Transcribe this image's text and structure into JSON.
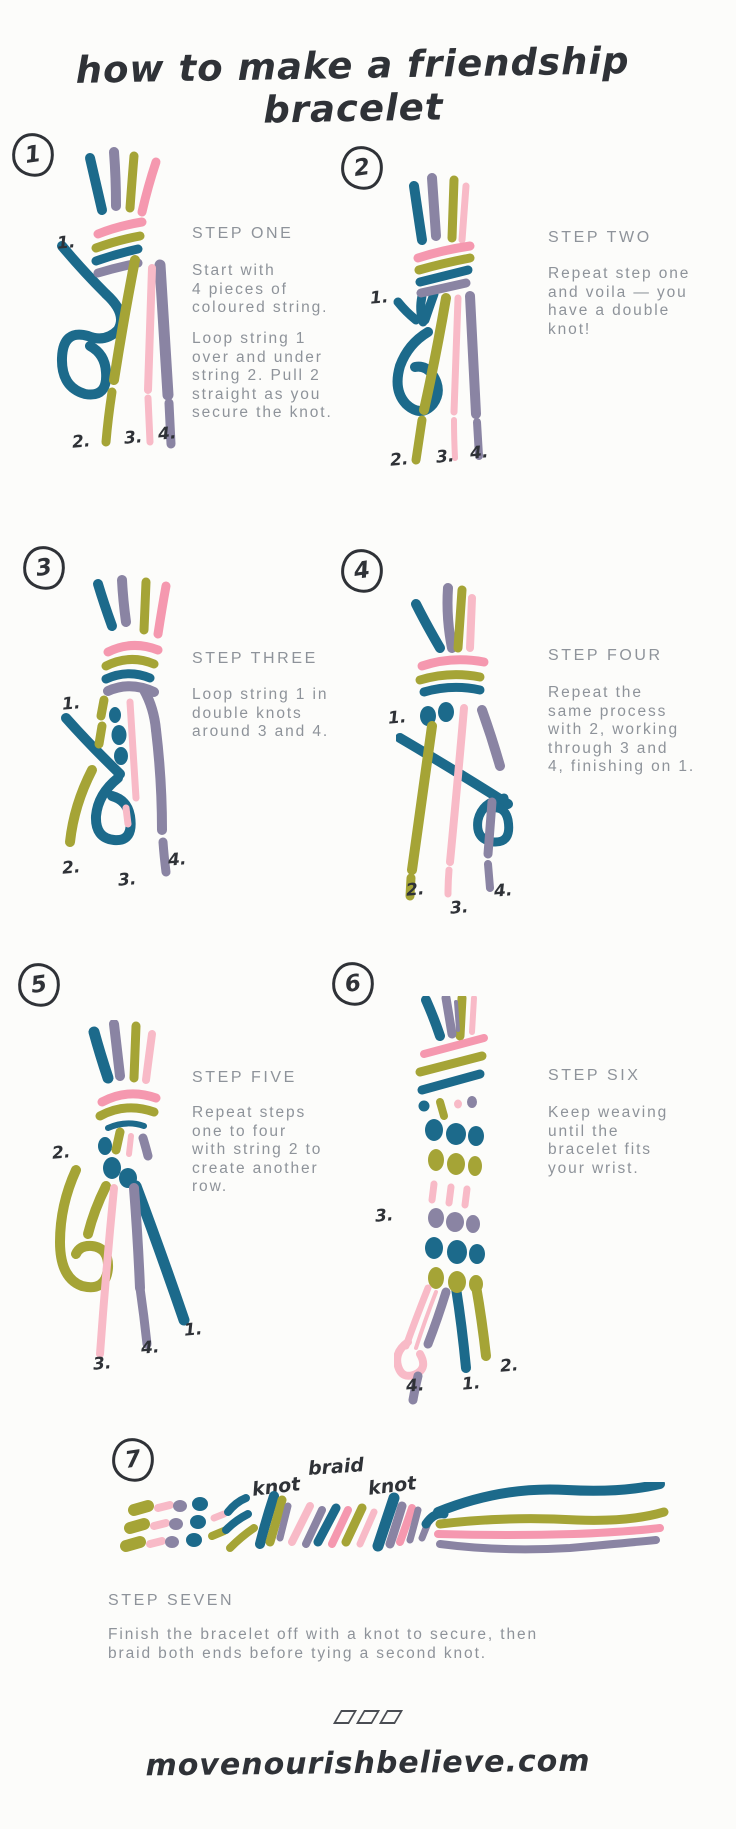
{
  "title": "how to make a friendship bracelet",
  "colors": {
    "teal": "#1c6a8b",
    "olive": "#a5a436",
    "pink": "#f598af",
    "pink_light": "#f8bac7",
    "purple": "#8a84a3",
    "ink": "#2f3237",
    "text_gray": "#8e939a",
    "paper": "#fcfcfa"
  },
  "string_colors": {
    "1": "teal",
    "2": "olive",
    "3": "pink",
    "4": "purple"
  },
  "steps": [
    {
      "badge": "1",
      "heading": "STEP ONE",
      "para1": "Start with\n4 pieces of\ncoloured string.",
      "para2": "Loop string 1\nover and under\nstring 2. Pull 2\nstraight as you\nsecure the knot.",
      "labels": {
        "top": "1.",
        "b1": "2.",
        "b2": "3.",
        "b3": "4."
      }
    },
    {
      "badge": "2",
      "heading": "STEP TWO",
      "para1": "Repeat step one\nand voila — you\nhave a double\nknot!",
      "labels": {
        "top": "1.",
        "b1": "2.",
        "b2": "3.",
        "b3": "4."
      }
    },
    {
      "badge": "3",
      "heading": "STEP THREE",
      "para1": "Loop string 1 in\ndouble knots\naround 3 and 4.",
      "labels": {
        "top": "1.",
        "b1": "2.",
        "b2": "3.",
        "b3": "4."
      }
    },
    {
      "badge": "4",
      "heading": "STEP FOUR",
      "para1": "Repeat the\nsame process\nwith 2, working\nthrough 3 and\n4, finishing on 1.",
      "labels": {
        "top": "1.",
        "b1": "2.",
        "b2": "3.",
        "b3": "4."
      }
    },
    {
      "badge": "5",
      "heading": "STEP FIVE",
      "para1": "Repeat steps\none to four\nwith string 2 to\ncreate another\nrow.",
      "labels": {
        "top": "2.",
        "b1": "3.",
        "b2": "4.",
        "b3": "1."
      }
    },
    {
      "badge": "6",
      "heading": "STEP SIX",
      "para1": "Keep weaving\nuntil the\nbracelet fits\nyour wrist.",
      "labels": {
        "top": "3.",
        "b1": "4.",
        "b2": "1.",
        "b3": "2."
      }
    },
    {
      "badge": "7",
      "heading": "STEP SEVEN",
      "para1": "Finish the bracelet off with a knot to secure, then\nbraid both ends before tying a second knot.",
      "labels": {
        "knot_left": "knot",
        "braid": "braid",
        "knot_right": "knot"
      }
    }
  ],
  "footer": {
    "logo_icon": "three-parallelograms-logo",
    "url": "movenourishbelieve.com"
  }
}
